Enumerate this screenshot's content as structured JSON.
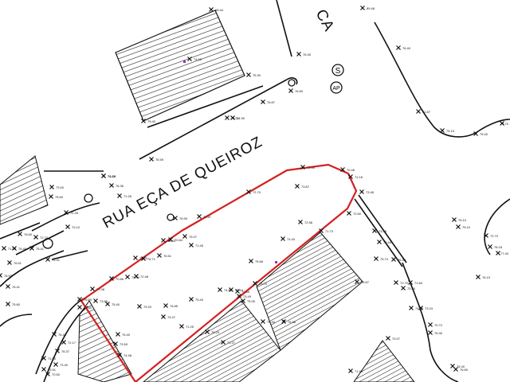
{
  "map": {
    "street_name": "RUA EÇA DE QUEIROZ",
    "street_fragment": "CA",
    "symbol_s": "S",
    "symbol_ap": "AP",
    "parcel_color": "#d42020",
    "mark_color": "#9b2fc0",
    "line_color": "#111111",
    "labels": [
      "68.44",
      "69.48",
      "76.40",
      "76.30",
      "76.30",
      "76.50",
      "76.87",
      "75.51",
      "75.40",
      "76.59",
      "76.29",
      "76.36",
      "73.00",
      "75.60",
      "72.25",
      "70.10",
      "76.60",
      "72.74",
      "76.40",
      "71.59",
      "75.41",
      "76.41",
      "76.51",
      "76.93",
      "76.41",
      "75.80",
      "76.80",
      "75.60",
      "73.85",
      "75.40",
      "75.40",
      "73.59",
      "74.48",
      "76.43",
      "72.17",
      "76.37",
      "71.90",
      "75.51",
      "73.40",
      "70.50",
      "72.40",
      "70.46",
      "72.18",
      "73.48",
      "72.60",
      "73.87",
      "72.70",
      "72.87",
      "72.58",
      "71.73",
      "74.40",
      "75.07",
      "73.43",
      "76.51",
      "73.20",
      "75.68",
      "72.48",
      "70.86",
      "77.08",
      "76.85",
      "75.40",
      "74.90",
      "70.44",
      "75.05",
      "75.67",
      "72.70",
      "71.84",
      "73.40",
      "74.45",
      "73.24",
      "70.72",
      "76.30",
      "70.07",
      "73.48",
      "70.44",
      "75.74",
      "76.30",
      "71.87",
      "75.19",
      "75.40",
      "74.70",
      "76.10",
      "75.10",
      "72.70",
      "78.18",
      "77.40",
      "76.10",
      "76.40",
      "76.60",
      "71.40",
      "76.38",
      "75.40",
      "75.70",
      "72.10",
      "73.49",
      "74.60",
      "74.90",
      "76.59",
      "71.88",
      "71.26",
      "70.64",
      "71.45",
      "76.71",
      "75.44",
      "79.20",
      "74.47",
      "71.25",
      "75.29",
      "71.37"
    ]
  }
}
